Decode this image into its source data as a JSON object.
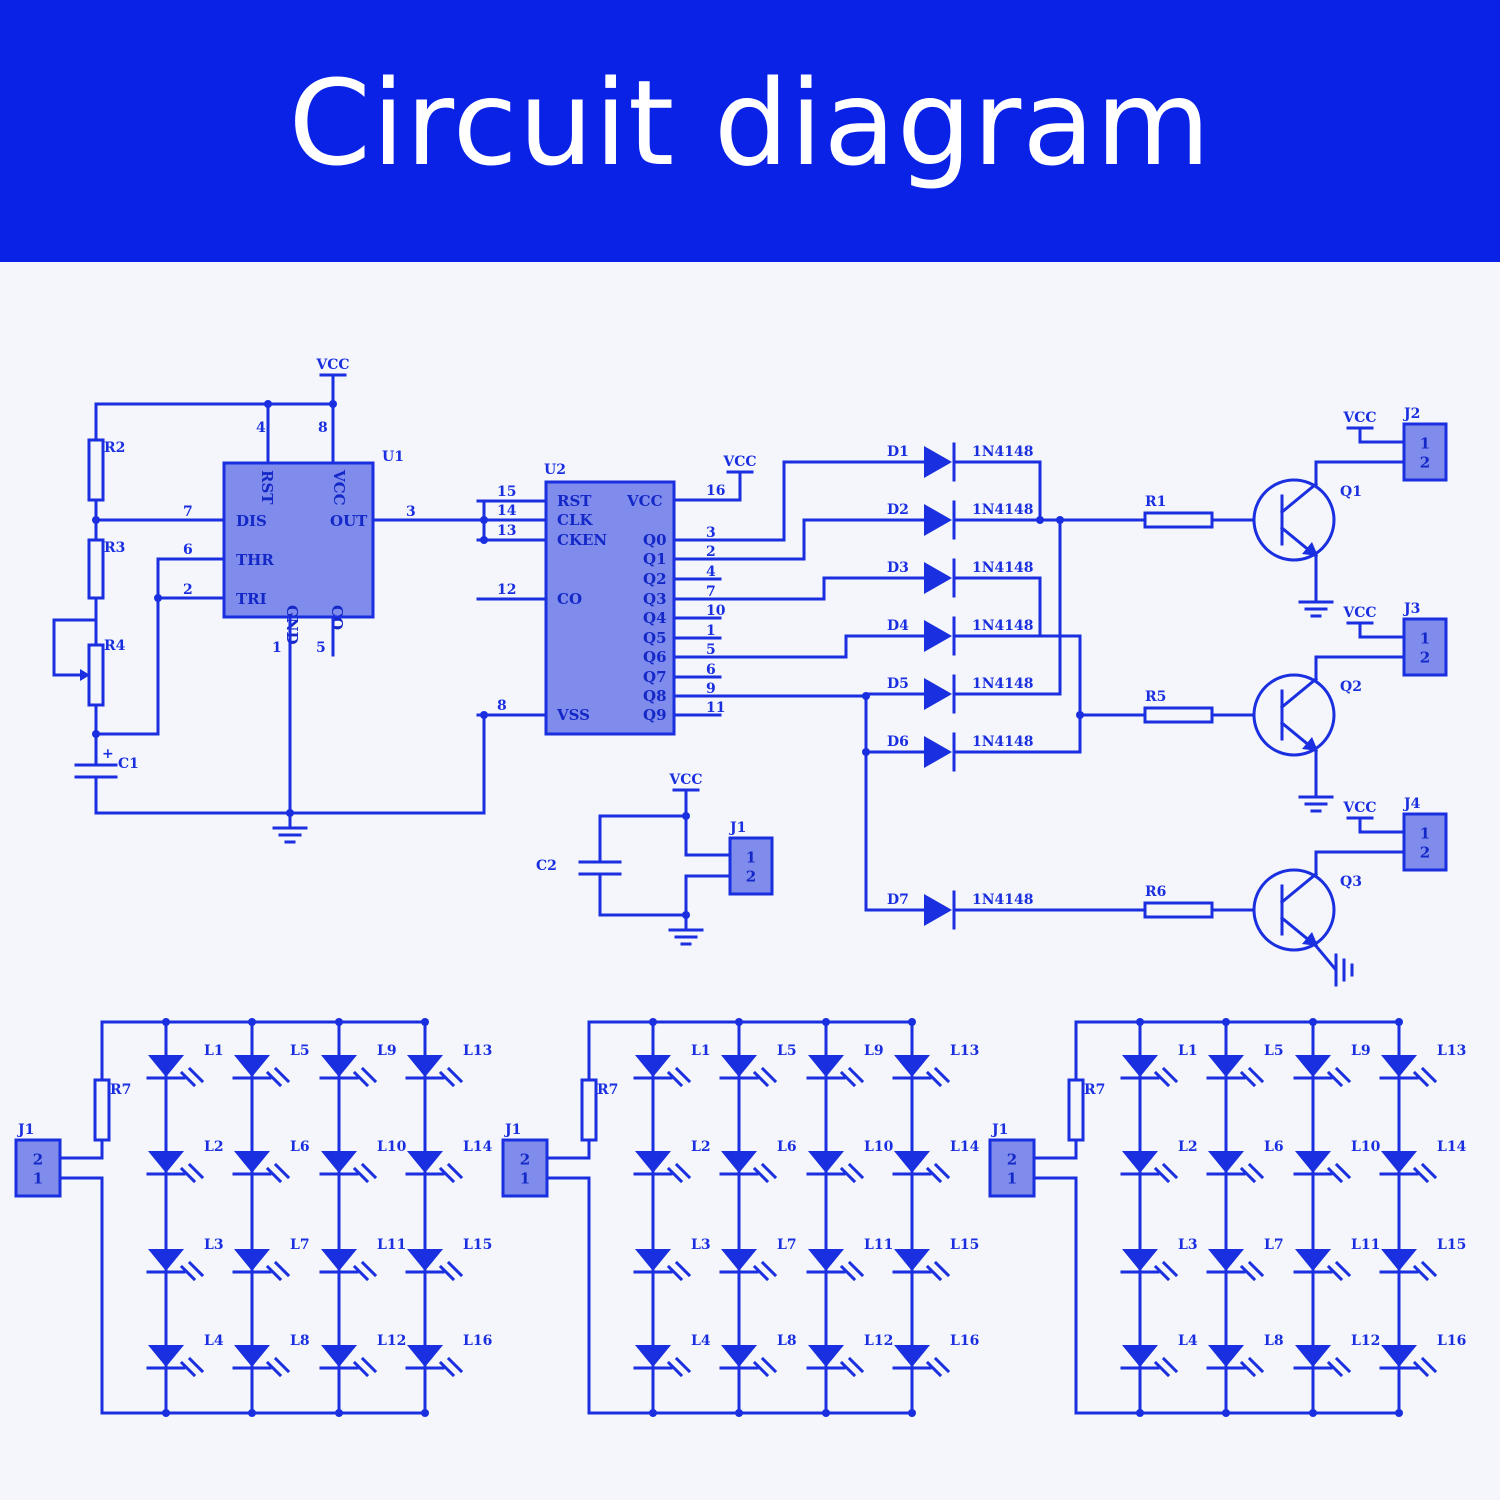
{
  "title": "Circuit diagram",
  "colors": {
    "banner": "#0a22e6",
    "ink": "#1a2fe0",
    "component_fill": "#7f8cec",
    "background": "#f4f6fb"
  },
  "labels": {
    "vcc": "VCC",
    "u1": "U1",
    "u2": "U2",
    "r1": "R1",
    "r2": "R2",
    "r3": "R3",
    "r4": "R4",
    "r5": "R5",
    "r6": "R6",
    "r7": "R7",
    "c1": "C1",
    "c2": "C2",
    "j1": "J1",
    "j2": "J2",
    "j3": "J3",
    "j4": "J4",
    "q1": "Q1",
    "q2": "Q2",
    "q3": "Q3",
    "diode_part": "1N4148"
  },
  "u1": {
    "pins_in": [
      "DIS",
      "THR",
      "TRI"
    ],
    "pins_top": [
      "RST",
      "VCC"
    ],
    "pins_bottom": [
      "GND",
      "CO"
    ],
    "pin_out": "OUT",
    "pin_numbers": {
      "rst": "4",
      "vcc": "8",
      "dis": "7",
      "thr": "6",
      "tri": "2",
      "out": "3",
      "gnd": "1",
      "co": "5"
    }
  },
  "u2": {
    "left_pins": [
      {
        "name": "RST",
        "num": "15"
      },
      {
        "name": "CLK",
        "num": "14"
      },
      {
        "name": "CKEN",
        "num": "13"
      },
      {
        "name": "CO",
        "num": "12"
      },
      {
        "name": "VSS",
        "num": "8"
      }
    ],
    "vcc": {
      "name": "VCC",
      "num": "16"
    },
    "outputs": [
      {
        "name": "Q0",
        "num": "3"
      },
      {
        "name": "Q1",
        "num": "2"
      },
      {
        "name": "Q2",
        "num": "4"
      },
      {
        "name": "Q3",
        "num": "7"
      },
      {
        "name": "Q4",
        "num": "10"
      },
      {
        "name": "Q5",
        "num": "1"
      },
      {
        "name": "Q6",
        "num": "5"
      },
      {
        "name": "Q7",
        "num": "6"
      },
      {
        "name": "Q8",
        "num": "9"
      },
      {
        "name": "Q9",
        "num": "11"
      }
    ]
  },
  "diodes": [
    "D1",
    "D2",
    "D3",
    "D4",
    "D5",
    "D6",
    "D7"
  ],
  "connector_pins": [
    "1",
    "2"
  ],
  "connector_pins_rev": [
    "2",
    "1"
  ],
  "led_labels": [
    "L1",
    "L2",
    "L3",
    "L4",
    "L5",
    "L6",
    "L7",
    "L8",
    "L9",
    "L10",
    "L11",
    "L12",
    "L13",
    "L14",
    "L15",
    "L16"
  ]
}
